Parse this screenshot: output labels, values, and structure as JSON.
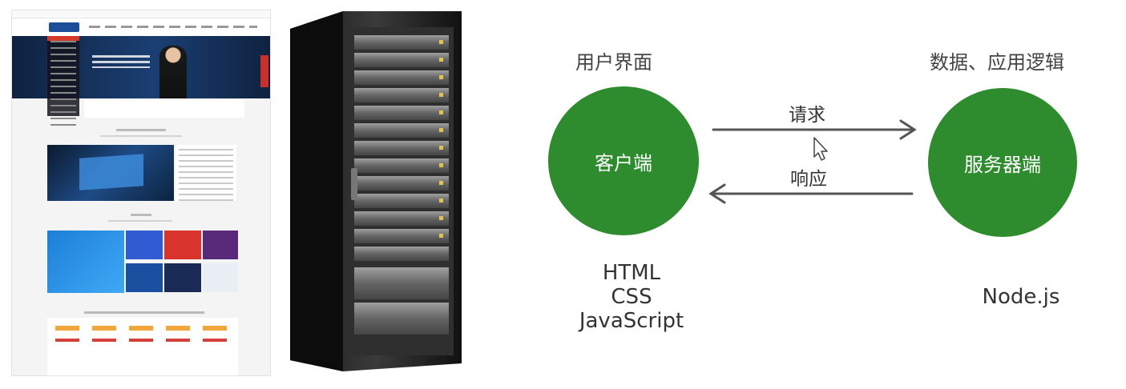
{
  "diagram": {
    "client_caption": "用户界面",
    "server_caption": "数据、应用逻辑",
    "client_node": "客户端",
    "server_node": "服务器端",
    "request_label": "请求",
    "response_label": "响应",
    "client_tech": [
      "HTML",
      "CSS",
      "JavaScript"
    ],
    "server_tech": [
      "Node.js"
    ]
  },
  "colors": {
    "node_green": "#2e8b2e",
    "arrow": "#555555"
  },
  "icons": [
    "website-screenshot",
    "server-rack",
    "mouse-cursor-icon"
  ]
}
